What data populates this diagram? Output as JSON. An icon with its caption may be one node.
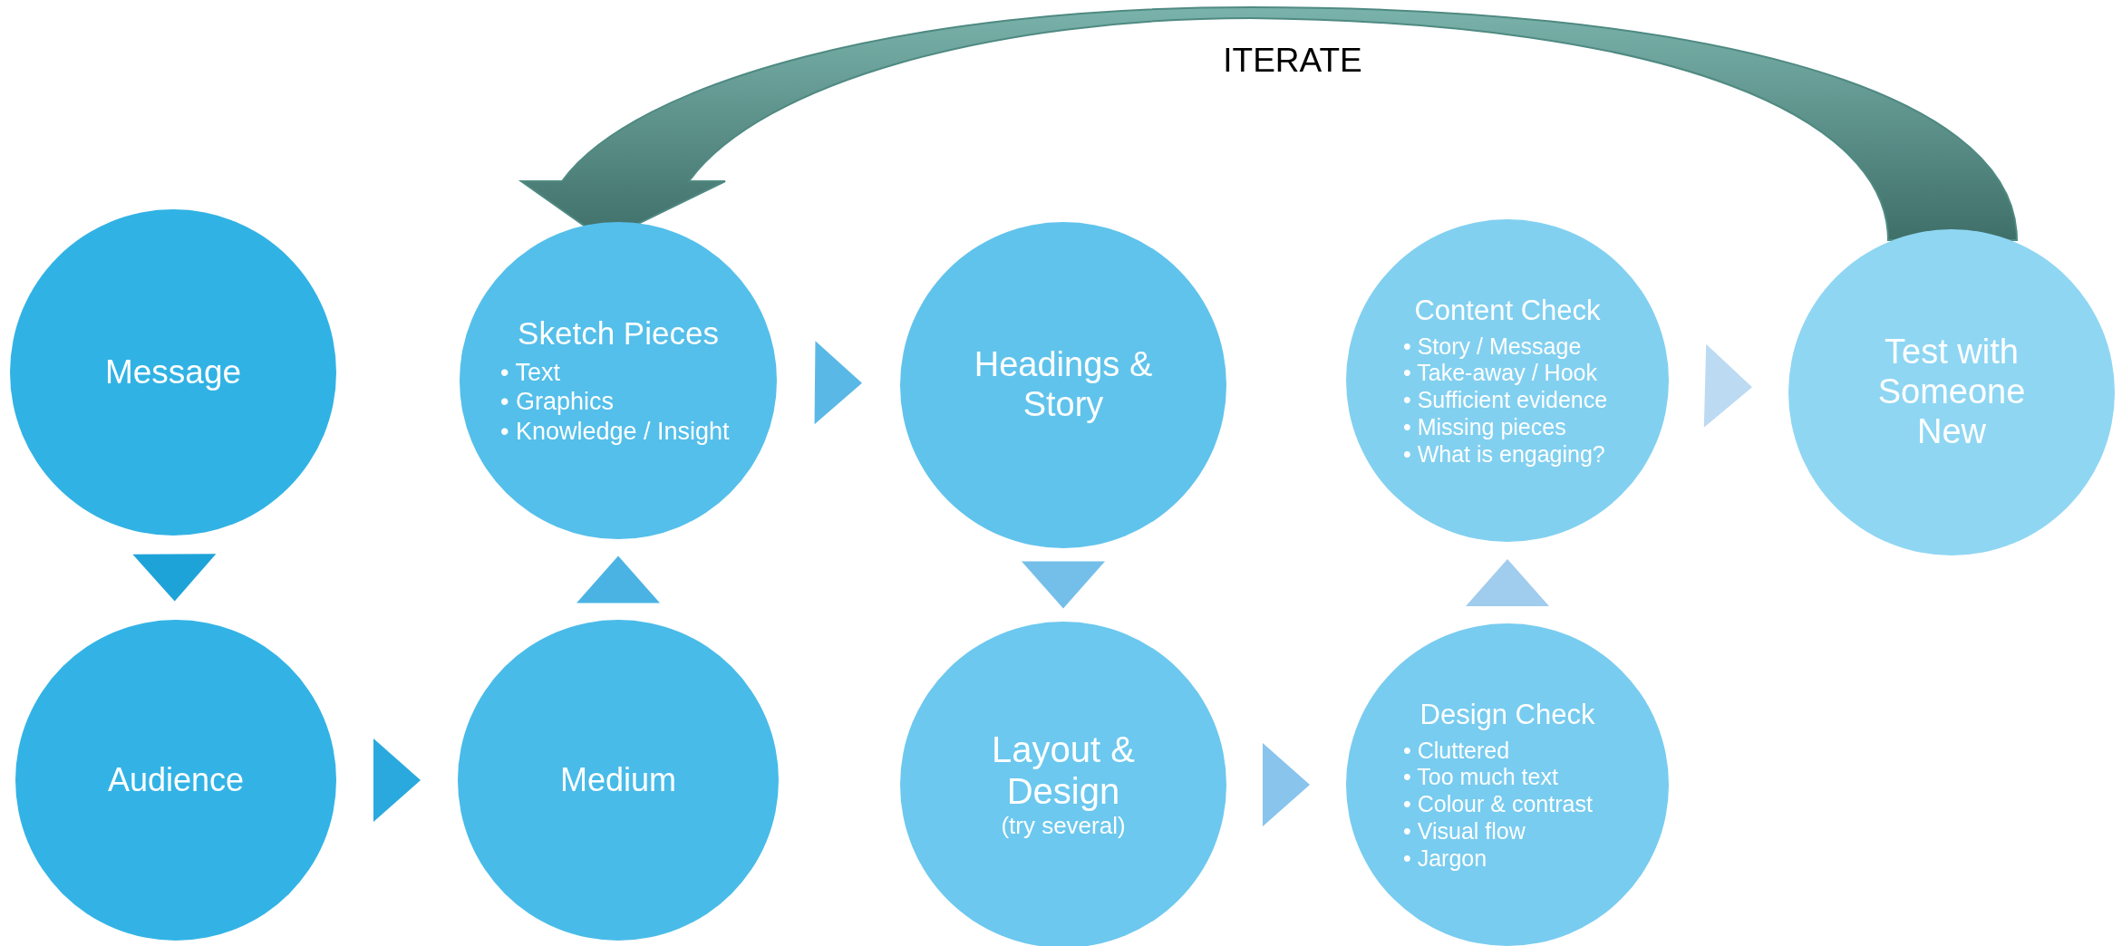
{
  "diagram": {
    "nodes": [
      {
        "text": [
          "Message"
        ]
      },
      {
        "text": [
          "Audience"
        ]
      },
      {
        "text": [
          "Sketch Pieces",
          "• Text",
          "• Graphics",
          "• Knowledge / Insight"
        ]
      },
      {
        "text": [
          "Medium"
        ]
      },
      {
        "text": [
          "Headings & Story"
        ]
      },
      {
        "text": [
          "Layout & Design",
          "(try several)"
        ]
      },
      {
        "text": [
          "Content Check",
          "• Story / Message",
          "• Take-away / Hook",
          "• Sufficient evidence",
          "• Missing pieces",
          "• What is engaging?"
        ]
      },
      {
        "text": [
          "Design Check",
          "• Cluttered",
          "• Too much text",
          "• Colour & contrast",
          "• Visual flow",
          "• Jargon"
        ]
      },
      {
        "text": [
          "Test with Someone New"
        ]
      }
    ],
    "edges": [
      {
        "from": 0,
        "to": 1,
        "arrow": "to",
        "color": "#1ea3d8"
      },
      {
        "from": 1,
        "to": 3,
        "arrow": "to",
        "color": "#29a9dd"
      },
      {
        "from": 3,
        "to": 2,
        "arrow": "to",
        "color": "#4ab3e4"
      },
      {
        "from": 2,
        "to": 4,
        "arrow": "to",
        "color": "#5ab8e6"
      },
      {
        "from": 4,
        "to": 5,
        "arrow": "to",
        "color": "#74bfe9"
      },
      {
        "from": 5,
        "to": 7,
        "arrow": "to",
        "color": "#88c4ec"
      },
      {
        "from": 7,
        "to": 6,
        "arrow": "to",
        "color": "#a0ccee"
      },
      {
        "from": 6,
        "to": 8,
        "arrow": "to",
        "color": "#bcdaf2"
      },
      {
        "from": 8,
        "to": 2,
        "arrow": "to",
        "label": "ITERATE",
        "style": "thick",
        "color": "#4f8a82"
      }
    ]
  }
}
